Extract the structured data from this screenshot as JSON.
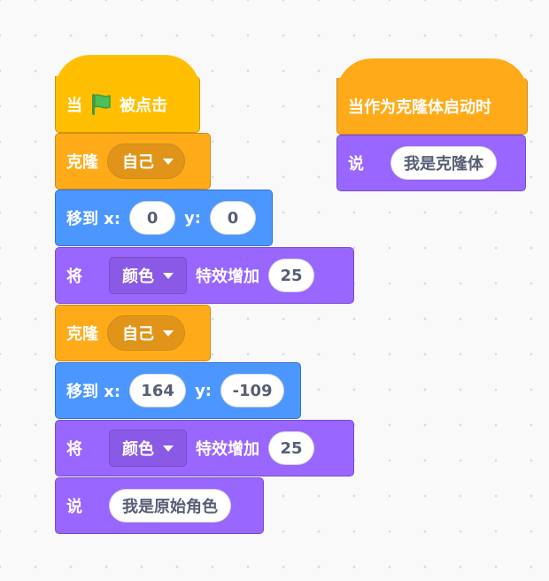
{
  "script_main": {
    "hat": {
      "prefix": "当",
      "icon": "green-flag-icon",
      "suffix": "被点击"
    },
    "clone_1": {
      "label": "克隆",
      "target": "自己"
    },
    "goto_1": {
      "label": "移到 x:",
      "x": "0",
      "y_label": "y:",
      "y": "0"
    },
    "effect_1": {
      "label": "将",
      "effect": "颜色",
      "action": "特效增加",
      "value": "25"
    },
    "clone_2": {
      "label": "克隆",
      "target": "自己"
    },
    "goto_2": {
      "label": "移到 x:",
      "x": "164",
      "y_label": "y:",
      "y": "-109"
    },
    "effect_2": {
      "label": "将",
      "effect": "颜色",
      "action": "特效增加",
      "value": "25"
    },
    "say": {
      "label": "说",
      "message": "我是原始角色"
    }
  },
  "script_clone": {
    "hat": {
      "label": "当作为克隆体启动时"
    },
    "say": {
      "label": "说",
      "message": "我是克隆体"
    }
  },
  "colors": {
    "events": "#ffbf00",
    "control": "#ffab19",
    "motion": "#4c97ff",
    "looks": "#9966ff",
    "canvas": "#f9f9f9",
    "flag": "#4cbf56"
  }
}
